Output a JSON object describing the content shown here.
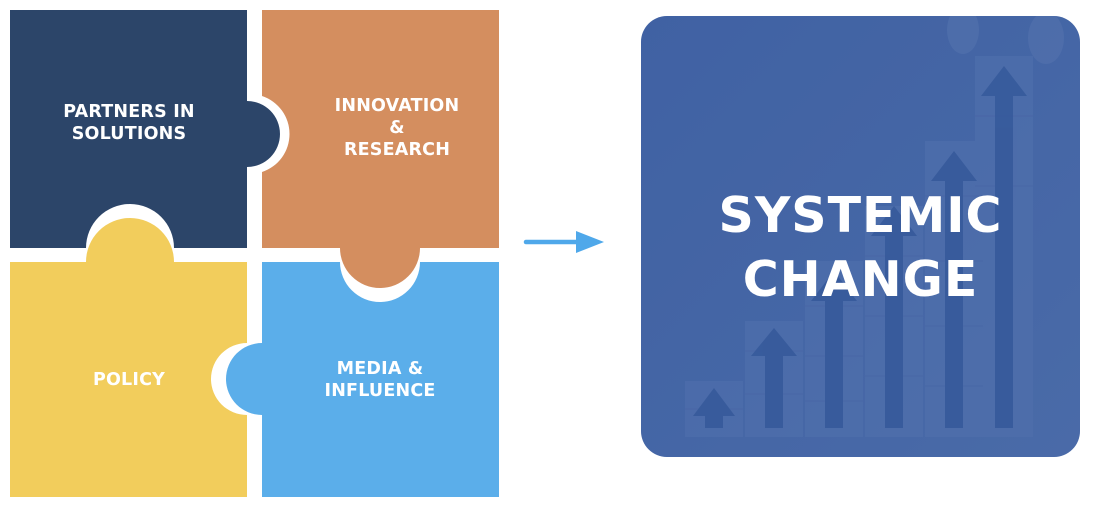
{
  "puzzle": {
    "pieces": [
      {
        "label": "PARTNERS IN\nSOLUTIONS",
        "color": "#2c4569"
      },
      {
        "label": "INNOVATION &\nRESEARCH",
        "color": "#d48e5f"
      },
      {
        "label": "POLICY",
        "color": "#f2cd5c"
      },
      {
        "label": "MEDIA &\nINFLUENCE",
        "color": "#5baeea"
      }
    ]
  },
  "connector": {
    "icon": "arrow-right-icon",
    "color": "#4fa8ea"
  },
  "outcome": {
    "title": "SYSTEMIC\nCHANGE",
    "background_color": "#4667a5",
    "image": "rising-bar-chart-blocks-with-up-arrows"
  }
}
